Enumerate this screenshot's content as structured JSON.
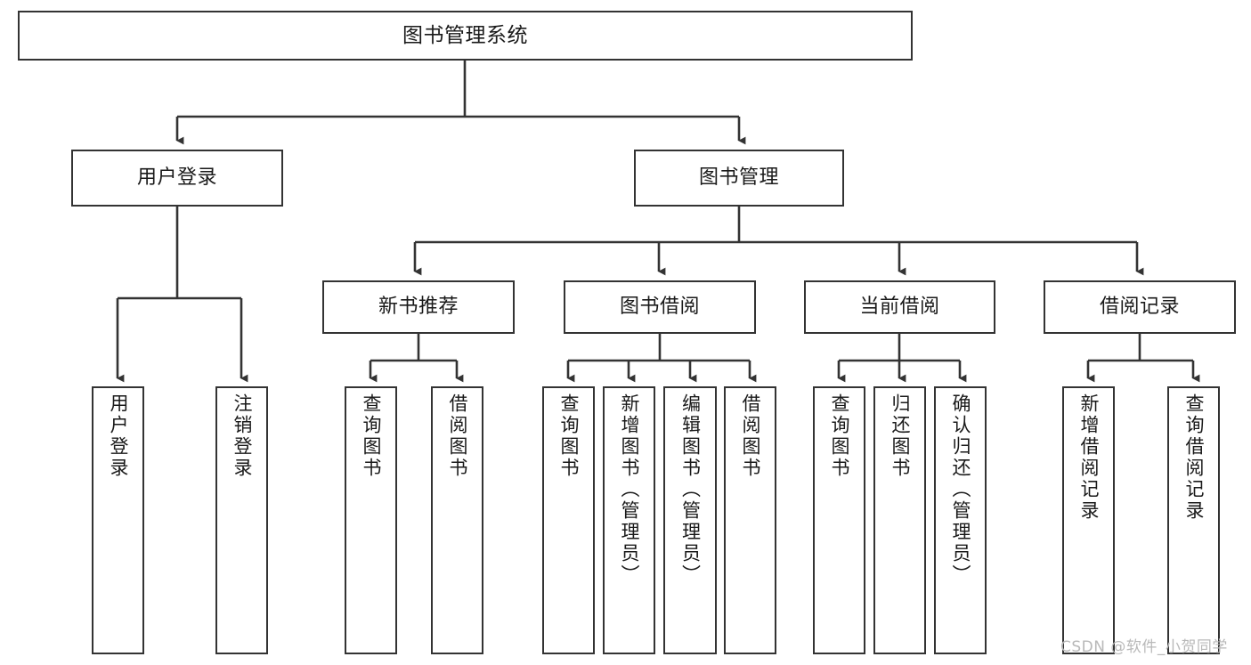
{
  "diagram": {
    "type": "tree-hierarchy-chart",
    "title": "图书管理系统",
    "line_color": "#333333",
    "box_fill": "#ffffff",
    "text_color": "#1a1a1a",
    "watermark": "CSDN @软件_小贺同学",
    "levels": {
      "root": {
        "label": "图书管理系统"
      },
      "level2": [
        {
          "id": "user-login",
          "label": "用户登录"
        },
        {
          "id": "book-manage",
          "label": "图书管理"
        }
      ],
      "level3": [
        {
          "id": "new-book-recommend",
          "label": "新书推荐",
          "parent": "book-manage"
        },
        {
          "id": "book-borrow",
          "label": "图书借阅",
          "parent": "book-manage"
        },
        {
          "id": "current-borrow",
          "label": "当前借阅",
          "parent": "book-manage"
        },
        {
          "id": "borrow-record",
          "label": "借阅记录",
          "parent": "book-manage"
        }
      ],
      "leaves": {
        "user-login": [
          {
            "id": "leaf-user-login",
            "label": "用户登录"
          },
          {
            "id": "leaf-user-logout",
            "label": "注销登录"
          }
        ],
        "new-book-recommend": [
          {
            "id": "leaf-query-book-1",
            "label": "查询图书"
          },
          {
            "id": "leaf-borrow-book-1",
            "label": "借阅图书"
          }
        ],
        "book-borrow": [
          {
            "id": "leaf-query-book-2",
            "label": "查询图书"
          },
          {
            "id": "leaf-add-book",
            "label": "新增图书（管理员）"
          },
          {
            "id": "leaf-edit-book",
            "label": "编辑图书（管理员）"
          },
          {
            "id": "leaf-borrow-book-2",
            "label": "借阅图书"
          }
        ],
        "current-borrow": [
          {
            "id": "leaf-query-book-3",
            "label": "查询图书"
          },
          {
            "id": "leaf-return-book",
            "label": "归还图书"
          },
          {
            "id": "leaf-confirm-return",
            "label": "确认归还（管理员）"
          }
        ],
        "borrow-record": [
          {
            "id": "leaf-add-record",
            "label": "新增借阅记录"
          },
          {
            "id": "leaf-query-record",
            "label": "查询借阅记录"
          }
        ]
      }
    }
  }
}
